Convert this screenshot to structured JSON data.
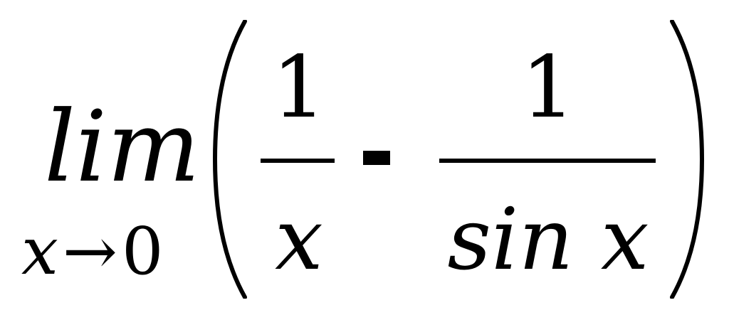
{
  "expression": {
    "limit_word": "lim",
    "subscript": {
      "variable": "x",
      "arrow": "→",
      "target": "0"
    },
    "left_paren_icon": "left-parenthesis-icon",
    "right_paren_icon": "right-parenthesis-icon",
    "fraction1": {
      "numerator": "1",
      "denominator": "x"
    },
    "operator": "-",
    "fraction2": {
      "numerator": "1",
      "denominator": "sin x"
    }
  }
}
